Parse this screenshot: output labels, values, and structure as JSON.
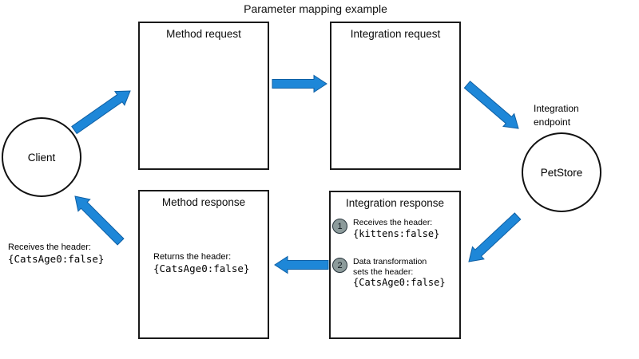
{
  "title": "Parameter mapping example",
  "boxes": {
    "method_request": {
      "title": "Method request"
    },
    "integration_request": {
      "title": "Integration request"
    },
    "method_response": {
      "title": "Method response",
      "body_label": "Returns the header:",
      "body_code": "{CatsAge0:false}"
    },
    "integration_response": {
      "title": "Integration response",
      "steps": [
        {
          "num": "1",
          "lines": [
            "Receives the header:"
          ],
          "code": "{kittens:false}"
        },
        {
          "num": "2",
          "lines": [
            "Data transformation",
            "sets the header:"
          ],
          "code": "{CatsAge0:false}"
        }
      ]
    }
  },
  "nodes": {
    "client": {
      "label": "Client",
      "note_label": "Receives the header:",
      "note_code": "{CatsAge0:false}"
    },
    "petstore": {
      "label": "PetStore",
      "endpoint_note": [
        "Integration",
        "endpoint"
      ]
    }
  },
  "colors": {
    "arrow_fill": "#1E87D8",
    "arrow_stroke": "#0E5FA4",
    "box_border": "#1A1A1A",
    "step_circle_fill": "#8C9B9B",
    "step_circle_border": "#25323A"
  }
}
